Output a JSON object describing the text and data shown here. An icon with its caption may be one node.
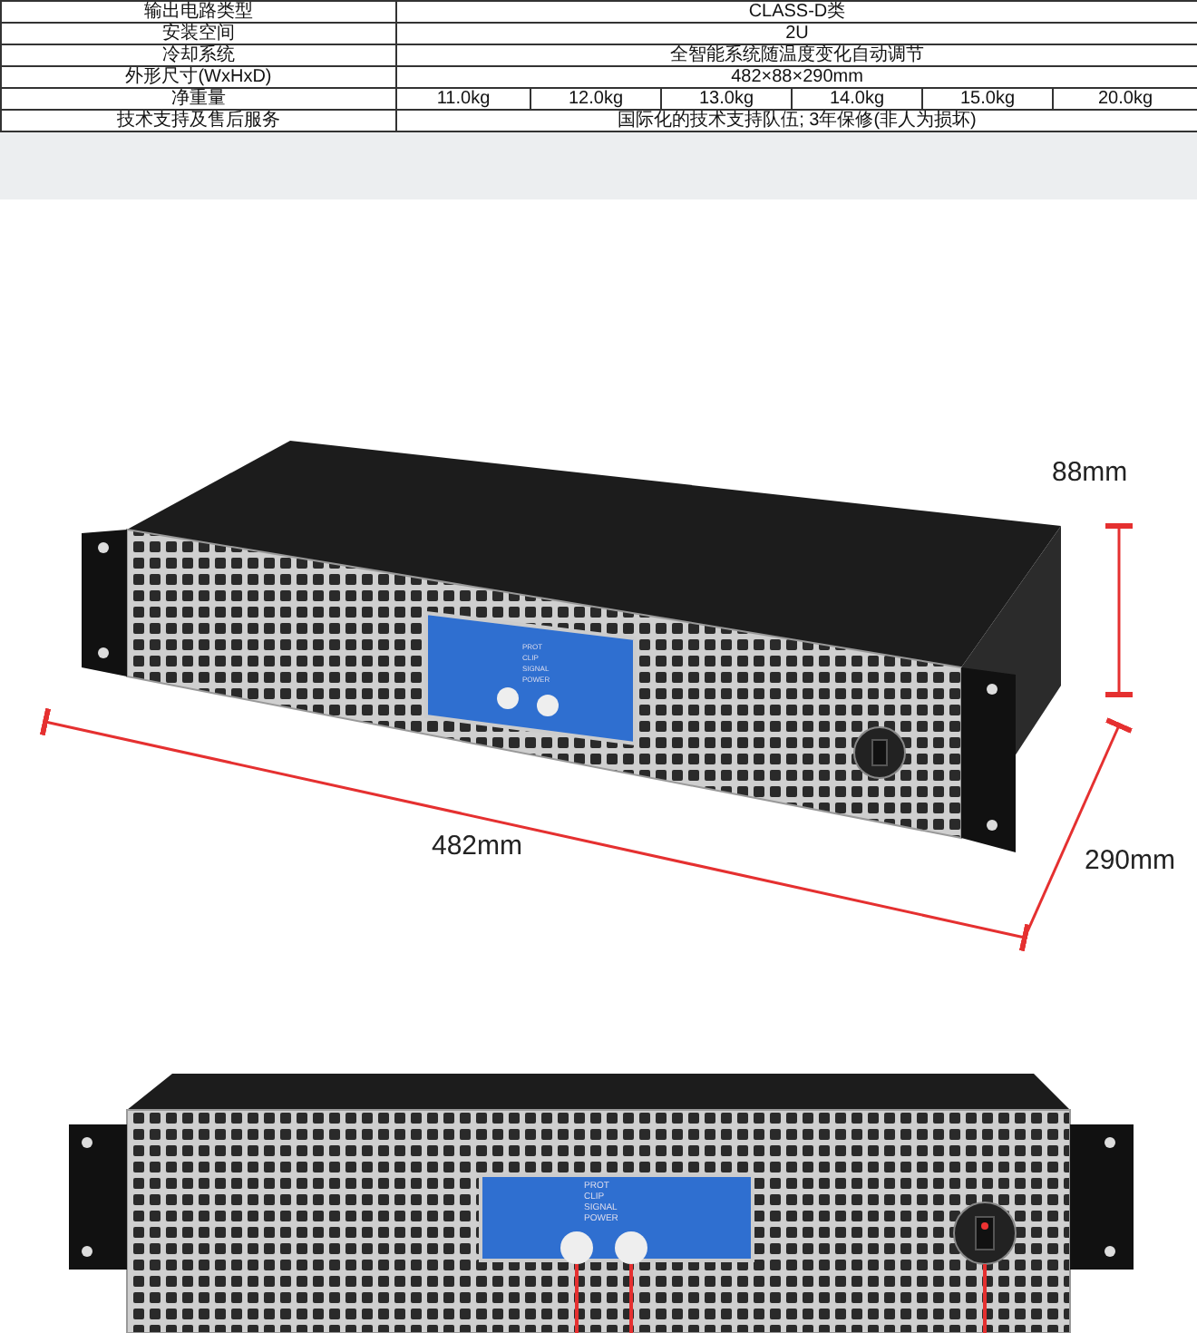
{
  "diagram": {
    "labels": [
      "输出电路类型",
      "CLASS-D类",
      "安装空间",
      "2U",
      "冷却系统",
      "全智能系统随温度变化自动调节",
      "外形尺寸(WxHxD)",
      "482×88×290mm",
      "净重量",
      "11.0kg",
      "12.0kg",
      "13.0kg",
      "14.0kg",
      "15.0kg",
      "20.0kg",
      "技术支持及售后服务",
      "国际化的技术支持队伍; 3年保修(非人为损坏)",
      "88mm",
      "482mm",
      "290mm",
      "PROT",
      "CLIP",
      "SIGNAL",
      "POWER",
      "PROT",
      "CLIP",
      "SIGNAL",
      "POWER"
    ]
  }
}
